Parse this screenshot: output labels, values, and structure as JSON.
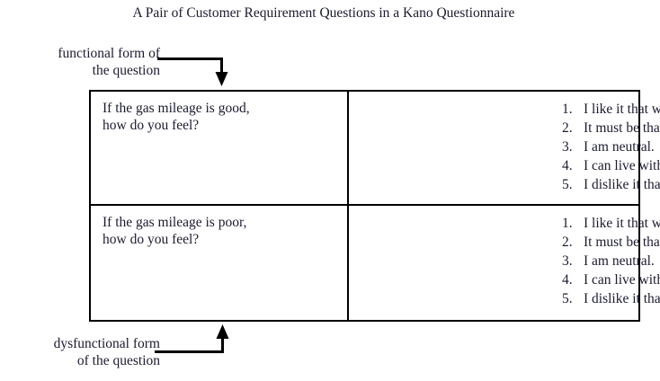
{
  "figure": {
    "title": "A Pair of Customer Requirement Questions in a Kano Questionnaire"
  },
  "callouts": {
    "functional": {
      "line1": "functional form of",
      "line2": "the question",
      "arrow_direction": "down",
      "icon": "down-arrow-icon"
    },
    "dysfunctional": {
      "line1": "dysfunctional form",
      "line2": "of the question",
      "arrow_direction": "up",
      "icon": "up-arrow-icon"
    }
  },
  "colors": {
    "border": "#000000",
    "text": "#1b1b30",
    "background": "#ffffff"
  },
  "table": {
    "rows": [
      {
        "form": "functional",
        "question": {
          "line1": "If the gas mileage is good,",
          "line2": "how do you feel?"
        },
        "answers": [
          {
            "num": "1.",
            "text": "I like it that way."
          },
          {
            "num": "2.",
            "text": "It must be that way."
          },
          {
            "num": "3.",
            "text": "I am neutral."
          },
          {
            "num": "4.",
            "text": "I can live with it that way."
          },
          {
            "num": "5.",
            "text": "I dislike it that way."
          }
        ]
      },
      {
        "form": "dysfunctional",
        "question": {
          "line1": "If the gas mileage is poor,",
          "line2": "how do you feel?"
        },
        "answers": [
          {
            "num": "1.",
            "text": "I like it that way."
          },
          {
            "num": "2.",
            "text": "It must be that way."
          },
          {
            "num": "3.",
            "text": "I am neutral."
          },
          {
            "num": "4.",
            "text": "I can live with it that way."
          },
          {
            "num": "5.",
            "text": "I dislike it that way."
          }
        ]
      }
    ]
  }
}
